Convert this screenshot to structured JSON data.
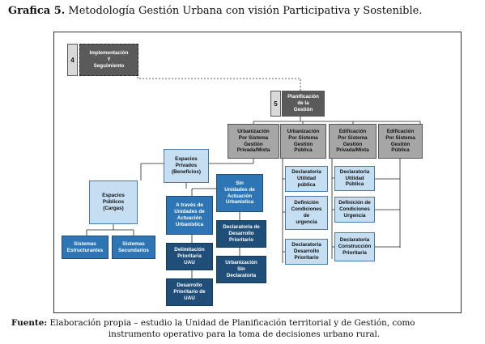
{
  "header": {
    "label": "Grafica 5.",
    "title": "Metodología Gestión Urbana con visión Participativa y Sostenible."
  },
  "diagram": {
    "n4": "4",
    "implementacion": "Implementación\nY\nSeguimiento",
    "n5": "5",
    "planificacion": "Planificación\nde la\nGestión",
    "urb_privada": "Urbanización\nPor Sistema\nGestión\nPrivada/Mixta",
    "urb_publica": "Urbanización\nPor Sistema\nGestión\nPública",
    "edif_privada": "Edificación\nPor Sistema\nGestión\nPrivada/Mixta",
    "edif_publica": "Edificación\nPor Sistema\nGestión\nPública",
    "espacios_privados": "Espacios\nPrivados\n(Beneficios)",
    "espacios_publicos": "Espacios\nPúblicos\n(Cargas)",
    "sistemas_estructurantes": "Sistemas\nEstructurantes",
    "sistemas_secundarios": "Sistemas\nSecundarios",
    "a_traves": "A través de\nUnidades de\nActuación\nUrbanística",
    "delimitacion": "Delimitación\nPrioritaria\nUAU",
    "desarrollo_uau": "Desarrollo\nPrioritario de\nUAU",
    "sin_unidades": "Sin\nUnidades de\nActuación\nUrbanística",
    "declaratoria_desarrollo": "Declaratoria de\nDesarrollo\nPrioritario",
    "urbanizacion_sin": "Urbanización\nSin\nDeclaratoria",
    "c2_utilidad": "Declaratoria\nUtilidad\npública",
    "c2_definicion": "Definición\nCondiciones\nde\nurgencia",
    "c2_desarrollo": "Declaratoria\nDesarrollo\nPrioritario",
    "c3_utilidad": "Declaratoria\nUtilidad\nPública",
    "c3_definicion": "Definición de\nCondiciones\nUrgencia",
    "c3_construccion": "Declaratoria\nConstrucción\nPrioritaria"
  },
  "caption": {
    "label": "Fuente:",
    "line1": "Elaboración propia – estudio la Unidad de Planificación territorial y de Gestión, como",
    "line2": "instrumento operativo para la toma de decisiones urbano rural."
  }
}
